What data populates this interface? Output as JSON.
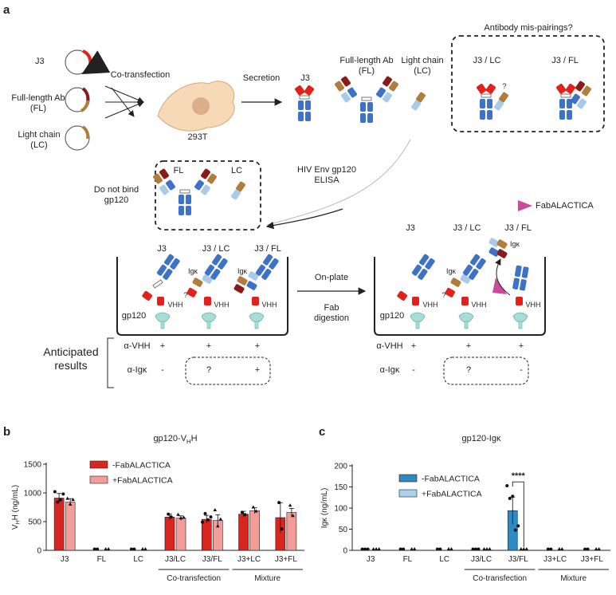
{
  "panels": {
    "a": "a",
    "b": "b",
    "c": "c"
  },
  "colors": {
    "vhh_red": "#e3211c",
    "heavy_blue": "#3d72c7",
    "heavy_light_blue": "#a9cbe9",
    "fl_dark_red": "#8b1a1a",
    "lc_tan": "#b07d3c",
    "cell": "#f6d9b6",
    "cell_nucleus": "#dcae8a",
    "gp120": "#a9dcd6",
    "fab_protease": "#c94c9b",
    "bar_dark_red": "#d7251f",
    "bar_pink": "#f29d9a",
    "bar_blue": "#2f8ac2",
    "bar_light_blue": "#a8d2ee"
  },
  "schematic": {
    "plasmids": {
      "j3": "J3",
      "fl": "Full-length Ab\n(FL)",
      "lc": "Light chain\n(LC)"
    },
    "cotransfection": "Co-transfection",
    "cell_label": "293T",
    "secretion": "Secretion",
    "ab_j3": "J3",
    "ab_fl": "Full-length Ab\n(FL)",
    "ab_lc": "Light chain\n(LC)",
    "mispair_title": "Antibody mis-pairings?",
    "mispair_j3lc": "J3 / LC",
    "mispair_j3fl": "J3 / FL",
    "q_mark": "?",
    "elisa": "HIV Env gp120\nELISA",
    "do_not_bind": "Do not bind\ngp120",
    "dnb_fl": "FL",
    "dnb_lc": "LC",
    "fab_legend": "FabALACTICA",
    "plate1_labels": [
      "J3",
      "J3 / LC",
      "J3 / FL"
    ],
    "plate2_labels": [
      "J3",
      "J3 / LC",
      "J3 / FL"
    ],
    "igk": "Igκ",
    "vhh": "VHH",
    "gp120": "gp120",
    "on_plate": "On-plate",
    "fab_digestion": "Fab\ndigestion",
    "anticipated": "Anticipated\nresults",
    "row_vhh": "α-VHH",
    "row_igk": "α-Igκ",
    "left_vhh": [
      "+",
      "+",
      "+"
    ],
    "left_igk": [
      "-",
      "?",
      "+"
    ],
    "right_vhh": [
      "+",
      "+",
      "+"
    ],
    "right_igk": [
      "-",
      "?",
      "-"
    ]
  },
  "chart_data": [
    {
      "type": "bar",
      "title": "gp120-VHH",
      "ylabel": "VHH (ng/mL)",
      "ylim": [
        0,
        1500
      ],
      "yticks": [
        0,
        500,
        1000,
        1500
      ],
      "categories": [
        "J3",
        "FL",
        "LC",
        "J3/LC",
        "J3/FL",
        "J3+LC",
        "J3+FL"
      ],
      "groups": [
        {
          "label": "Co-transfection",
          "from": 3,
          "to": 4
        },
        {
          "label": "Mixture",
          "from": 5,
          "to": 6
        }
      ],
      "series": [
        {
          "name": "-FabALACTICA",
          "values": [
            910,
            0,
            0,
            580,
            540,
            630,
            570
          ],
          "err": [
            80,
            0,
            0,
            50,
            70,
            50,
            260
          ],
          "points": [
            [
              1000,
              820,
              860,
              960
            ],
            [
              0,
              0
            ],
            [
              0,
              0
            ],
            [
              610,
              560
            ],
            [
              470,
              620,
              510,
              560
            ],
            [
              640,
              600
            ],
            [
              810,
              350
            ]
          ]
        },
        {
          "name": "+FabALACTICA",
          "values": [
            840,
            0,
            0,
            560,
            520,
            690,
            660
          ],
          "err": [
            60,
            0,
            0,
            40,
            100,
            50,
            70
          ],
          "points": [
            [
              880,
              780,
              860
            ],
            [
              0,
              0
            ],
            [
              0,
              0
            ],
            [
              600,
              540,
              550
            ],
            [
              680,
              400,
              520
            ],
            [
              730,
              660
            ],
            [
              760,
              580
            ]
          ]
        }
      ]
    },
    {
      "type": "bar",
      "title": "gp120-Igκ",
      "ylabel": "Igκ (ng/mL)",
      "ylim": [
        0,
        200
      ],
      "yticks": [
        0,
        50,
        100,
        150,
        200
      ],
      "categories": [
        "J3",
        "FL",
        "LC",
        "J3/LC",
        "J3/FL",
        "J3+LC",
        "J3+FL"
      ],
      "groups": [
        {
          "label": "Co-transfection",
          "from": 3,
          "to": 4
        },
        {
          "label": "Mixture",
          "from": 5,
          "to": 6
        }
      ],
      "significance": {
        "label": "****",
        "category": 4
      },
      "series": [
        {
          "name": "-FabALACTICA",
          "values": [
            0,
            0,
            0,
            0,
            94,
            0,
            0
          ],
          "err": [
            0,
            0,
            0,
            0,
            32,
            0,
            0
          ],
          "points": [
            [
              0,
              0,
              0
            ],
            [
              0,
              0
            ],
            [
              0,
              0
            ],
            [
              0,
              0,
              0
            ],
            [
              150,
              120,
              125,
              45,
              55
            ],
            [
              0,
              0
            ],
            [
              0,
              0
            ]
          ]
        },
        {
          "name": "+FabALACTICA",
          "values": [
            0,
            0,
            0,
            0,
            0,
            0,
            0
          ],
          "err": [
            0,
            0,
            0,
            0,
            0,
            0,
            0
          ],
          "points": [
            [
              0,
              0,
              0
            ],
            [
              0,
              0
            ],
            [
              0,
              0
            ],
            [
              0,
              0,
              0
            ],
            [
              0,
              0,
              0
            ],
            [
              0,
              0
            ],
            [
              0,
              0
            ]
          ]
        }
      ]
    }
  ]
}
